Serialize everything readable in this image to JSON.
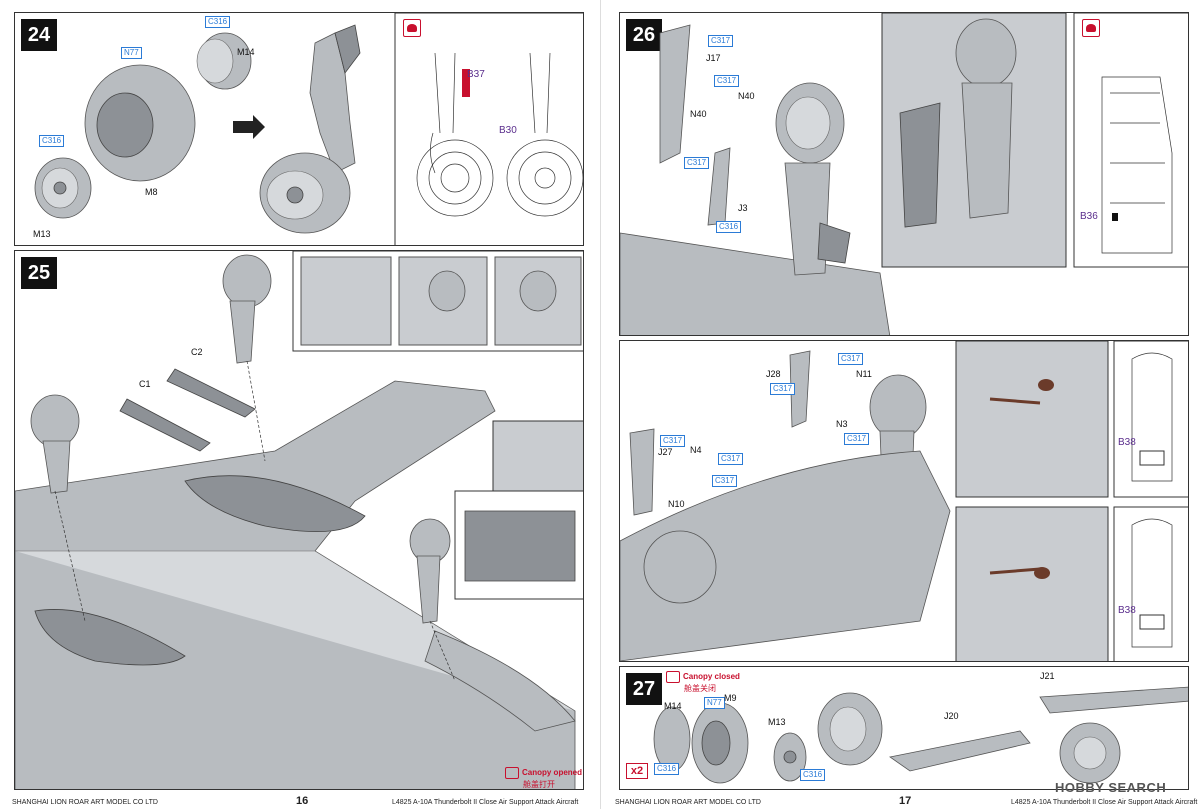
{
  "left_page": {
    "page_number": "16",
    "footer_company": "SHANGHAI LION ROAR ART MODEL CO LTD",
    "footer_product": "L4825 A-10A Thunderbolt II Close Air Support Attack Aircraft",
    "step24": {
      "number": "24",
      "labels": {
        "m14": "M14",
        "m8": "M8",
        "m13": "M13"
      },
      "callouts": {
        "c316a": "C316",
        "n77": "N77",
        "c316b": "C316"
      },
      "paint_codes": {
        "b37": "B37",
        "b30": "B30"
      }
    },
    "step25": {
      "number": "25",
      "labels": {
        "c1": "C1",
        "c2": "C2"
      },
      "canopy_label": "Canopy opened",
      "canopy_sub": "舱盖打开"
    }
  },
  "right_page": {
    "page_number": "17",
    "footer_company": "SHANGHAI LION ROAR ART MODEL CO LTD",
    "footer_product": "L4825 A-10A Thunderbolt II Close Air Support Attack Aircraft",
    "step26": {
      "number": "26",
      "labels": {
        "j17": "J17",
        "n40a": "N40",
        "n40b": "N40",
        "j3": "J3"
      },
      "callouts": {
        "c317a": "C317",
        "c317b": "C317",
        "c317c": "C317",
        "c316": "C316"
      },
      "paint_codes": {
        "b36": "B36"
      }
    },
    "step26b": {
      "labels": {
        "j28": "J28",
        "n11": "N11",
        "n3": "N3",
        "j27": "J27",
        "n4": "N4",
        "n10": "N10"
      },
      "callouts": {
        "c317a": "C317",
        "c317b": "C317",
        "c317c": "C317",
        "c317d": "C317",
        "c317e": "C317",
        "c317f": "C317"
      },
      "paint_codes": {
        "b38a": "B38",
        "b38b": "B38"
      }
    },
    "step27": {
      "number": "27",
      "multiplier": "x2",
      "canopy_label": "Canopy closed",
      "canopy_sub": "舱盖关闭",
      "labels": {
        "m14": "M14",
        "m9": "M9",
        "m13": "M13",
        "j20": "J20",
        "j21": "J21"
      },
      "callouts": {
        "n77": "N77",
        "c316a": "C316",
        "c316b": "C316"
      }
    },
    "watermark": "HOBBY SEARCH"
  }
}
